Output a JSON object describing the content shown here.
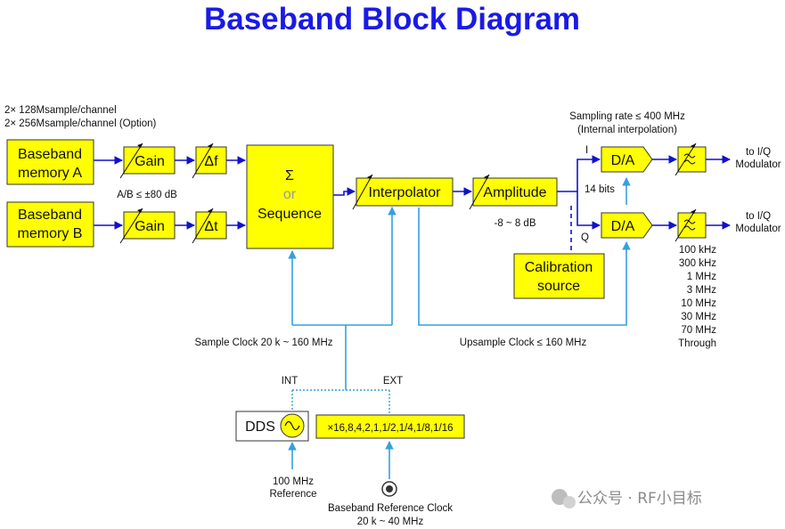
{
  "title": "Baseband Block Diagram",
  "colors": {
    "title": "#1a1ae6",
    "block_fill": "#ffff00",
    "signal_line": "#1111cc",
    "clock_line": "#33a0e0"
  },
  "notes": {
    "sample_rate_1": "2× 128Msample/channel",
    "sample_rate_2": "2× 256Msample/channel (Option)",
    "ab_range": "A/B ≤ ±80 dB",
    "amp_range": "-8 ~ 8 dB",
    "sampling_rate": "Sampling rate ≤ 400 MHz",
    "internal_interp": "(Internal interpolation)",
    "i_label": "I",
    "q_label": "Q",
    "bits": "14 bits",
    "to_iq_1": "to I/Q",
    "modulator_1": "Modulator",
    "to_iq_2": "to I/Q",
    "modulator_2": "Modulator",
    "sample_clock": "Sample Clock 20 k ~ 160 MHz",
    "upsample_clock": "Upsample Clock ≤ 160 MHz",
    "int_label": "INT",
    "ext_label": "EXT",
    "ref_freq": "100 MHz",
    "ref_label": "Reference",
    "bb_ref_clock": "Baseband Reference Clock",
    "bb_ref_range": "20 k ~ 40 MHz"
  },
  "blocks": {
    "mem_a_1": "Baseband",
    "mem_a_2": "memory A",
    "mem_b_1": "Baseband",
    "mem_b_2": "memory B",
    "gain_a": "Gain",
    "gain_b": "Gain",
    "delta_f": "Δf",
    "delta_t": "Δt",
    "sum_symbol": "Σ",
    "or_label": "or",
    "sequence": "Sequence",
    "interpolator": "Interpolator",
    "amplitude": "Amplitude",
    "cal_1": "Calibration",
    "cal_2": "source",
    "da_i": "D/A",
    "da_q": "D/A",
    "dds": "DDS",
    "divider": "×16,8,4,2,1,1/2,1/4,1/8,1/16"
  },
  "filter_options": [
    "100 kHz",
    "300 kHz",
    "1 MHz",
    "3 MHz",
    "10 MHz",
    "30 MHz",
    "70 MHz",
    "Through"
  ],
  "watermark": "公众号 · RF小目标"
}
